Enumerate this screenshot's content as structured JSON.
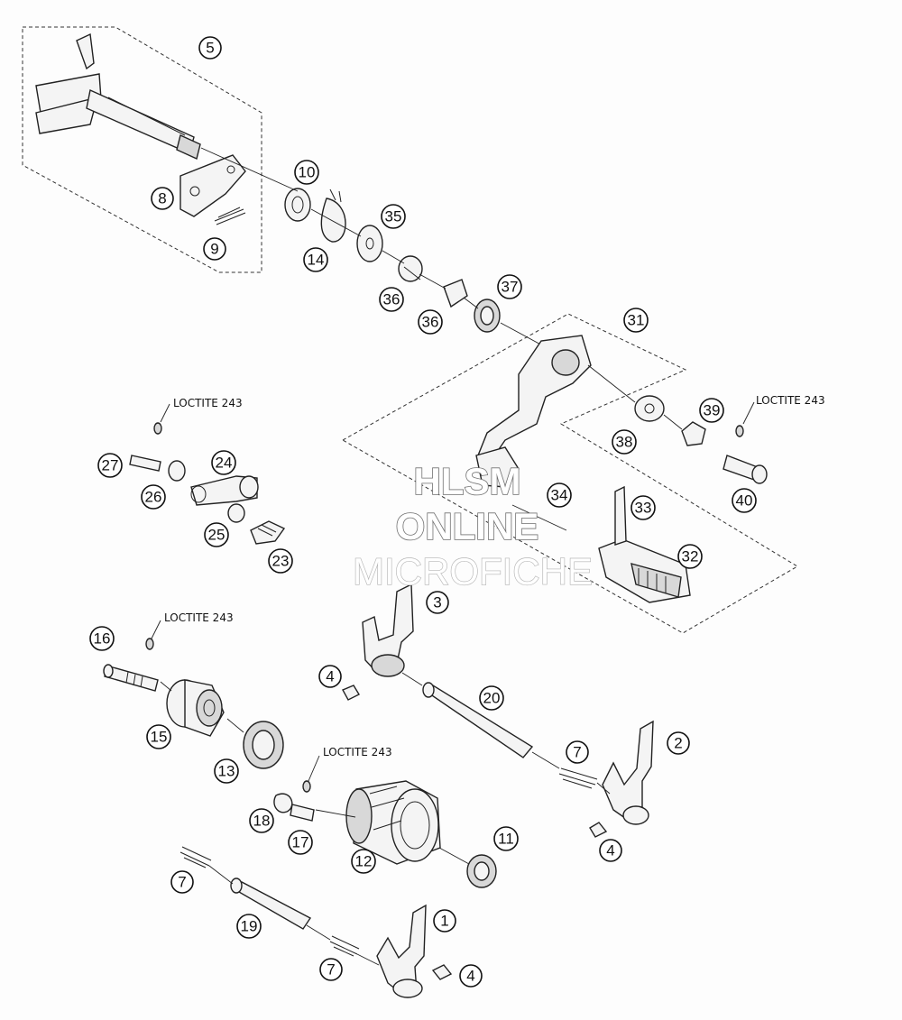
{
  "diagram": {
    "callouts": {
      "c1": "1",
      "c2": "2",
      "c3": "3",
      "c4a": "4",
      "c4b": "4",
      "c4c": "4",
      "c5": "5",
      "c7a": "7",
      "c7b": "7",
      "c7c": "7",
      "c8": "8",
      "c9": "9",
      "c10": "10",
      "c11": "11",
      "c12": "12",
      "c13": "13",
      "c14": "14",
      "c15": "15",
      "c16": "16",
      "c17": "17",
      "c18": "18",
      "c19": "19",
      "c20": "20",
      "c23": "23",
      "c24": "24",
      "c25": "25",
      "c26": "26",
      "c27": "27",
      "c31": "31",
      "c32": "32",
      "c33": "33",
      "c34": "34",
      "c35": "35",
      "c36a": "36",
      "c36b": "36",
      "c37": "37",
      "c38": "38",
      "c39": "39",
      "c40": "40"
    },
    "notes": {
      "loctite_1": "LOCTITE 243",
      "loctite_2": "LOCTITE 243",
      "loctite_3": "LOCTITE 243",
      "loctite_4": "LOCTITE 243"
    }
  },
  "watermark": {
    "line1": "HLSM",
    "line2": "ONLINE",
    "line3": "MICROFICHE"
  }
}
